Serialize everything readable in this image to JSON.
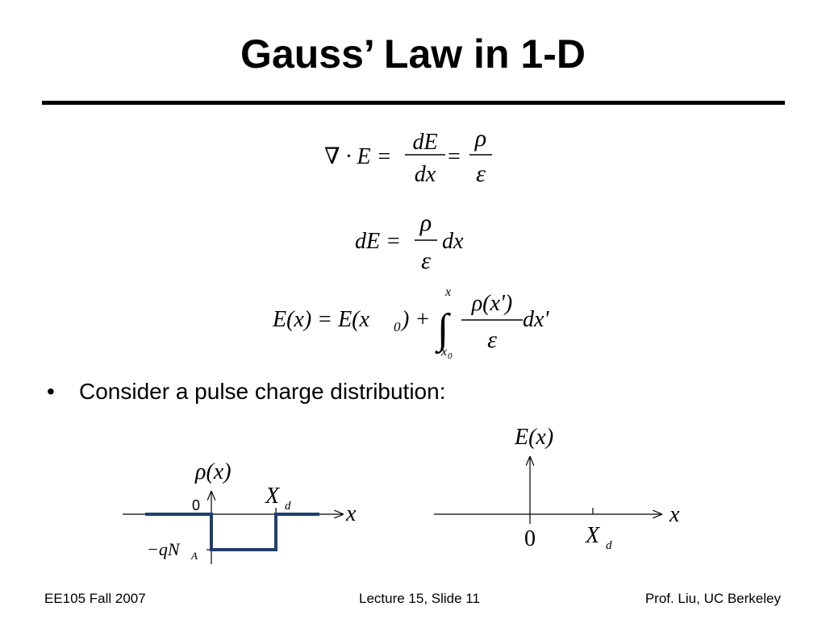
{
  "slide": {
    "title": "Gauss’ Law in 1-D"
  },
  "equations": {
    "eq1": {
      "lhs": "∇ · E =",
      "frac1_num": "dE",
      "frac1_den": "dx",
      "eq": "=",
      "frac2_num": "ρ",
      "frac2_den": "ε"
    },
    "eq2": {
      "lhs": "dE =",
      "frac_num": "ρ",
      "frac_den": "ε",
      "rhs": "dx"
    },
    "eq3": {
      "lhs": "E(x) = E(x",
      "lhs_sub": "0",
      "lhs_tail": ") +",
      "int_upper": "x",
      "int_lower": "x",
      "int_lower_sub": "0",
      "frac_num": "ρ(x')",
      "frac_den": "ε",
      "rhs": "dx'"
    }
  },
  "bullet": {
    "text": "Consider a pulse charge distribution:"
  },
  "rho_plot": {
    "ylabel": "ρ(x)",
    "xlabel": "x",
    "zero_label": "0",
    "xd_label": "X",
    "xd_sub": "d",
    "neg_label": "−qN",
    "neg_sub": "A",
    "line_color": "#1f3f6e"
  },
  "e_plot": {
    "ylabel": "E(x)",
    "xlabel": "x",
    "zero_label": "0",
    "xd_label": "X",
    "xd_sub": "d"
  },
  "footer": {
    "left": "EE105 Fall 2007",
    "center": "Lecture 15, Slide 11",
    "right": "Prof. Liu, UC Berkeley"
  }
}
